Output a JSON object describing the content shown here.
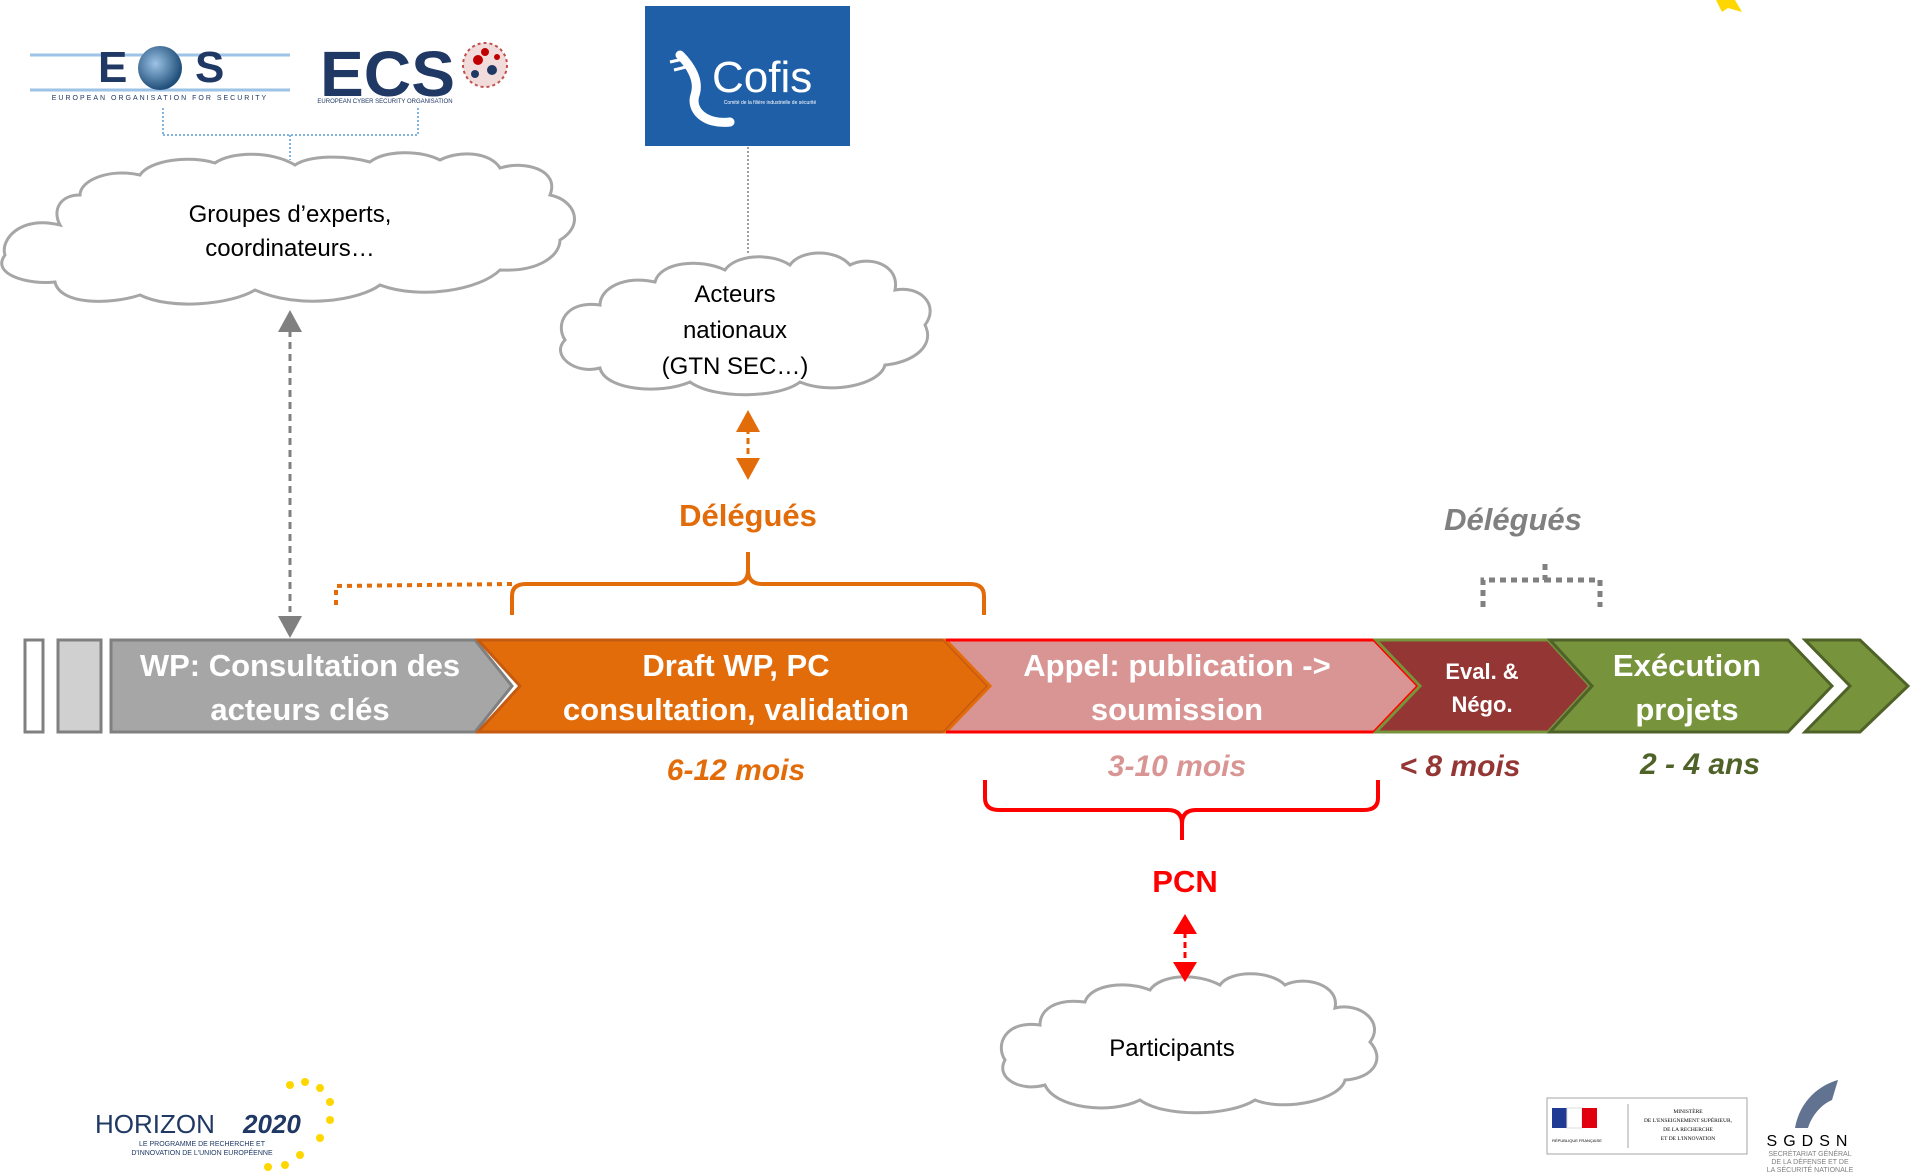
{
  "logos": {
    "eos": {
      "name": "EOS",
      "tagline": "EUROPEAN ORGANISATION FOR SECURITY"
    },
    "ecs": {
      "name": "ECS",
      "tagline": "EUROPEAN CYBER SECURITY ORGANISATION"
    },
    "cofis": {
      "name": "Cofis",
      "tagline": "Comité de la filière industrielle de sécurité"
    },
    "horizon": {
      "name": "HORIZON",
      "year": "2020",
      "tagline1": "LE PROGRAMME DE RECHERCHE ET",
      "tagline2": "D'INNOVATION DE L'UNION EUROPÉENNE"
    },
    "ministere": {
      "line1": "MINISTÈRE",
      "line2": "DE L'ENSEIGNEMENT SUPÉRIEUR,",
      "line3": "DE LA RECHERCHE",
      "line4": "ET DE L'INNOVATION",
      "rf": "RÉPUBLIQUE FRANÇAISE"
    },
    "sgdsn": {
      "name": "SGDSN",
      "line1": "SECRÉTARIAT GÉNÉRAL",
      "line2": "DE LA DÉFENSE ET DE",
      "line3": "LA SÉCURITÉ NATIONALE"
    }
  },
  "clouds": {
    "experts": {
      "line1": "Groupes d’experts,",
      "line2": "coordinateurs…"
    },
    "nationaux": {
      "line1": "Acteurs",
      "line2": "nationaux",
      "line3": "(GTN SEC…)"
    },
    "participants": {
      "line1": "Participants"
    }
  },
  "labels": {
    "delegues_orange": "Délégués",
    "delegues_grey": "Délégués",
    "pcn": "PCN"
  },
  "phases": [
    {
      "line1": "WP: Consultation des",
      "line2": "acteurs clés",
      "duration": ""
    },
    {
      "line1": "Draft WP, PC",
      "line2": "consultation, validation",
      "duration": "6-12 mois"
    },
    {
      "line1": "Appel: publication ->",
      "line2": "soumission",
      "duration": "3-10 mois"
    },
    {
      "line1": "Eval. &",
      "line2": "Négo.",
      "duration": "< 8 mois"
    },
    {
      "line1": "Exécution",
      "line2": "projets",
      "duration": "2 - 4 ans"
    }
  ],
  "colors": {
    "phase_grey": "#a6a6a6",
    "phase_orange": "#e36c0a",
    "phase_pink": "#d99594",
    "phase_darkred": "#943634",
    "phase_green": "#77933c",
    "pcn_red": "#ff0000",
    "cofis_blue": "#1f5fa8"
  }
}
